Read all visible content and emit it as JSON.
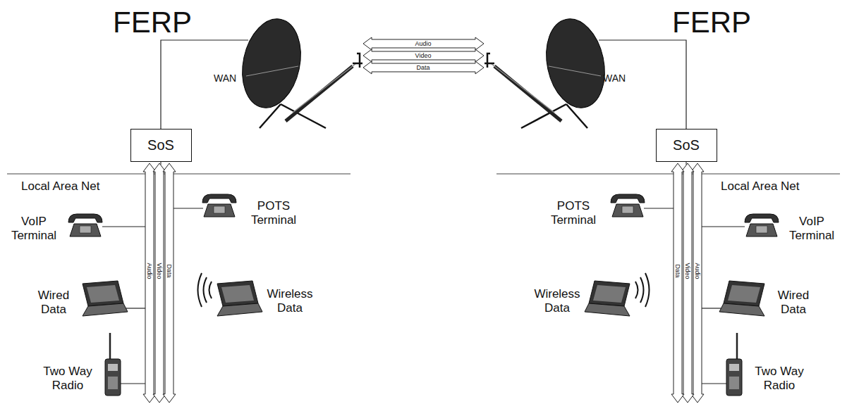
{
  "diagram": {
    "nodes": [
      {
        "text": [
          "SoS"
        ]
      },
      {
        "text": [
          "SoS"
        ]
      }
    ],
    "labels": [
      "FERP",
      "FERP",
      "Audio",
      "Video",
      "Data",
      "WAN",
      "WAN",
      "Local Area Net",
      "Local Area Net",
      "POTS Terminal",
      "VoIP Terminal",
      "Audio",
      "Video",
      "Data",
      "Wireless Data",
      "Wired Data",
      "Two Way Radio",
      "POTS Terminal",
      "VoIP Terminal",
      "Data",
      "Video",
      "Audio",
      "Wireless Data",
      "Wired Data",
      "Two Way Radio"
    ]
  }
}
